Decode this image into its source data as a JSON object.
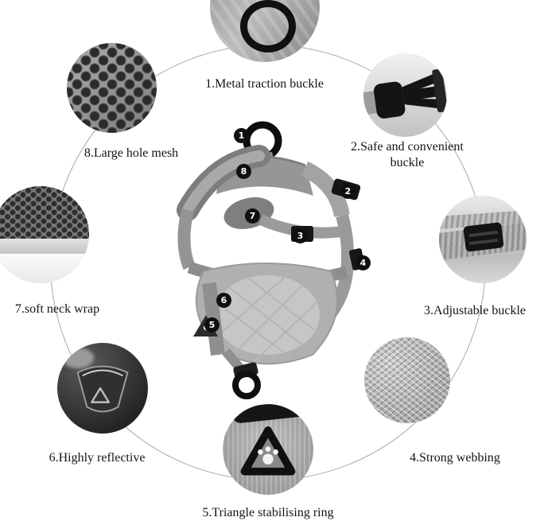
{
  "infographic": {
    "product": "dog harness",
    "colors": {
      "background": "#ffffff",
      "text": "#141414",
      "connector_circle": "#a8a8a8",
      "badge_bg": "#0f0f0f",
      "badge_text": "#ffffff",
      "harness_gray": "#9a9a9a"
    }
  },
  "features": [
    {
      "badge": "1",
      "label": "1.Metal traction buckle"
    },
    {
      "badge": "2",
      "label": "2.Safe and convenient buckle"
    },
    {
      "badge": "3",
      "label": "3.Adjustable buckle"
    },
    {
      "badge": "4",
      "label": "4.Strong webbing"
    },
    {
      "badge": "5",
      "label": "5.Triangle stabilising ring"
    },
    {
      "badge": "6",
      "label": "6.Highly reflective"
    },
    {
      "badge": "7",
      "label": "7.soft neck wrap"
    },
    {
      "badge": "8",
      "label": "8.Large hole mesh"
    }
  ]
}
